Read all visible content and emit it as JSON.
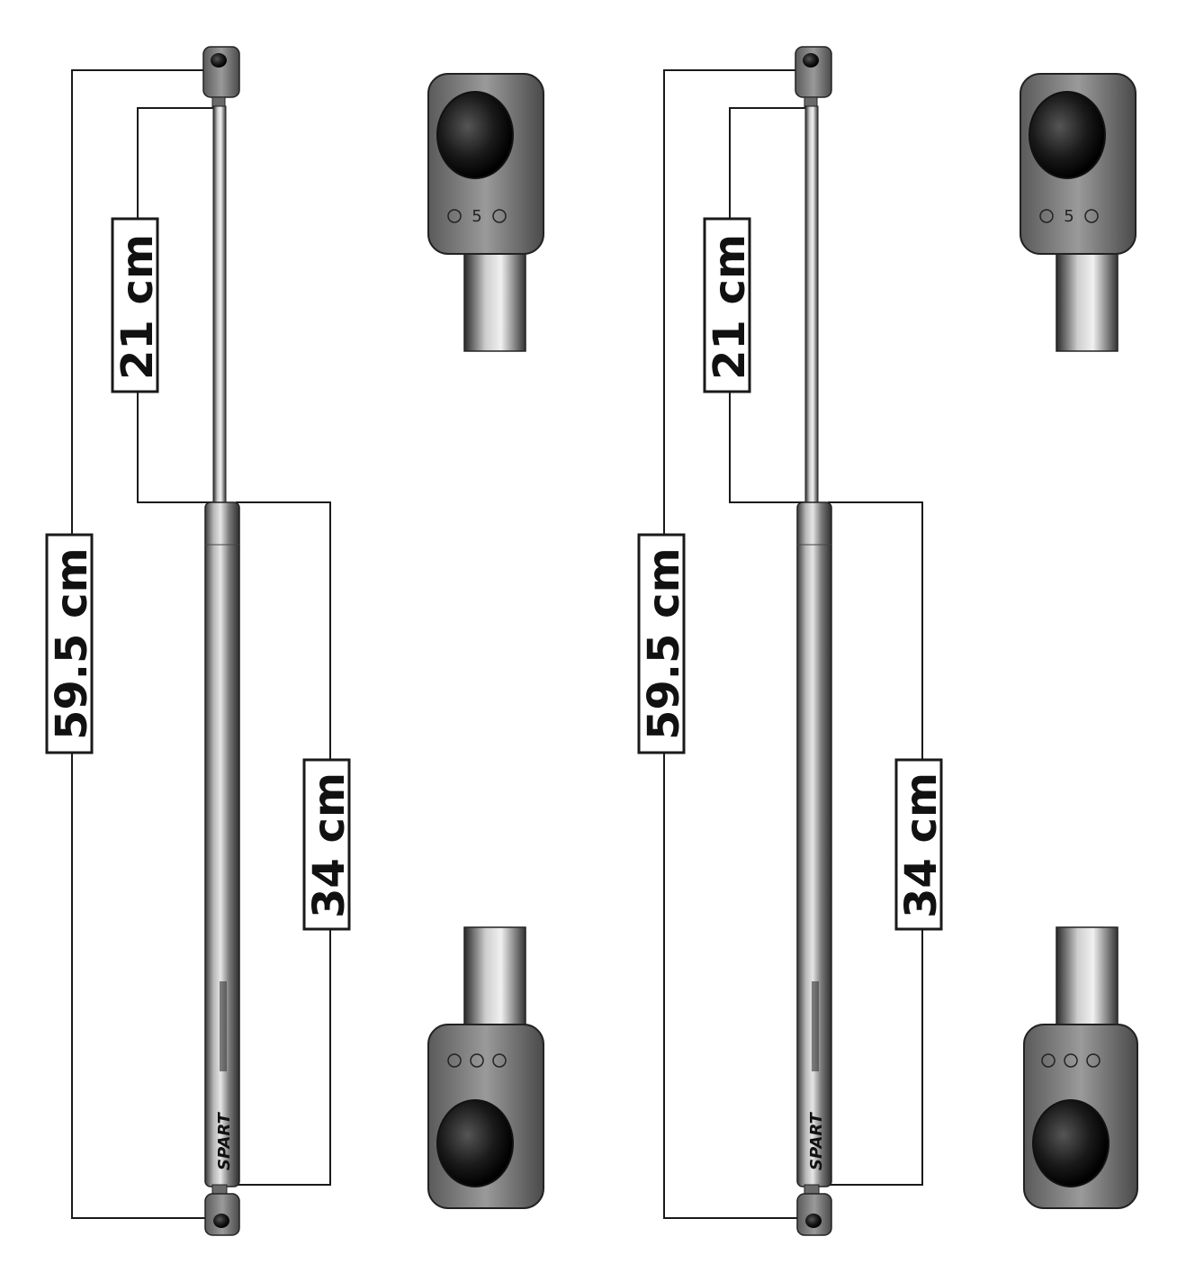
{
  "struts": [
    {
      "label_total": "59.5 cm",
      "label_extended_rod": "21 cm",
      "label_body": "34 cm",
      "body_brand": "SPART"
    },
    {
      "label_total": "59.5 cm",
      "label_extended_rod": "21 cm",
      "label_body": "34 cm",
      "body_brand": "SPART"
    }
  ],
  "end_fitting_marking": "5",
  "colors": {
    "line": "#1a1a1a",
    "cylinder": "#8c8c8c",
    "fitting": "#7a7a7a",
    "socket": "#1c1c1c",
    "background": "#ffffff"
  }
}
